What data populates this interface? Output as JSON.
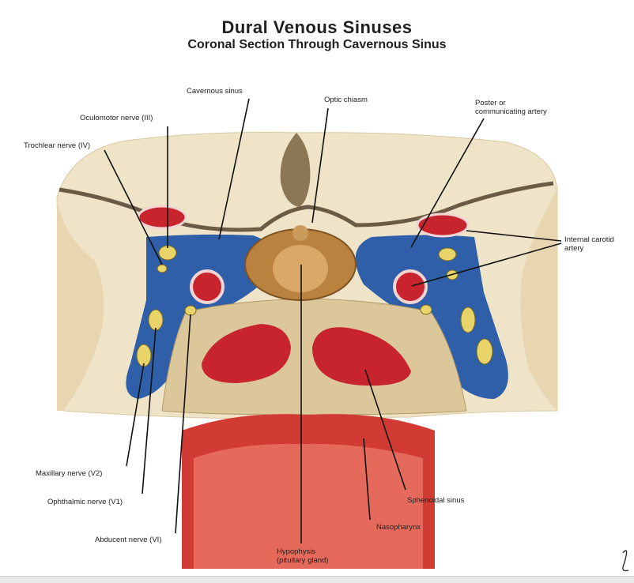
{
  "title": "Dural Venous Sinuses",
  "subtitle": "Coronal Section Through Cavernous Sinus",
  "labels": {
    "cavernous_sinus": "Cavernous sinus",
    "optic_chiasm": "Optic chiasm",
    "posterior_communicating_artery": "Poster or\ncommunicating artery",
    "oculomotor_nerve": "Oculomotor nerve (III)",
    "trochlear_nerve": "Trochlear nerve (IV)",
    "internal_carotid_artery": "Internal carotid\nartery",
    "maxillary_nerve": "Maxillary nerve (V2)",
    "ophthalmic_nerve": "Ophthalmic nerve (V1)",
    "abducent_nerve": "Abducent nerve (VI)",
    "hypophysis": "Hypophysis\n(pituitary gland)",
    "nasopharynx": "Nasopharynx",
    "sphenoidal_sinus": "Sphenoidal sinus"
  },
  "colors": {
    "venous_blue": "#2f5fa8",
    "artery_red": "#c8242e",
    "nerve_yellow": "#e9d46a",
    "bone_tan": "#dcc79a",
    "brain_cream": "#efe4c8",
    "gland_brown": "#b9823f"
  }
}
